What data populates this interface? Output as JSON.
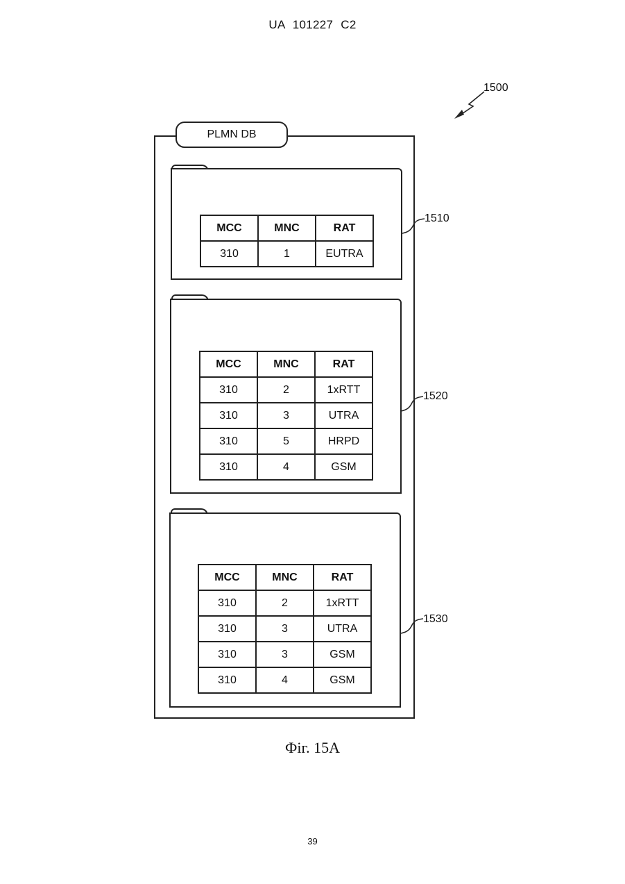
{
  "header": {
    "text": "UA   101227   C2"
  },
  "figure_ref": "1500",
  "database": {
    "label": "PLMN DB",
    "columns": [
      "MCC",
      "MNC",
      "RAT"
    ],
    "groups": [
      {
        "ref": "1510",
        "rows": [
          [
            "310",
            "1",
            "EUTRA"
          ]
        ]
      },
      {
        "ref": "1520",
        "rows": [
          [
            "310",
            "2",
            "1xRTT"
          ],
          [
            "310",
            "3",
            "UTRA"
          ],
          [
            "310",
            "5",
            "HRPD"
          ],
          [
            "310",
            "4",
            "GSM"
          ]
        ]
      },
      {
        "ref": "1530",
        "rows": [
          [
            "310",
            "2",
            "1xRTT"
          ],
          [
            "310",
            "3",
            "UTRA"
          ],
          [
            "310",
            "3",
            "GSM"
          ],
          [
            "310",
            "4",
            "GSM"
          ]
        ]
      }
    ]
  },
  "caption": "Фіг. 15А",
  "page_number": "39"
}
